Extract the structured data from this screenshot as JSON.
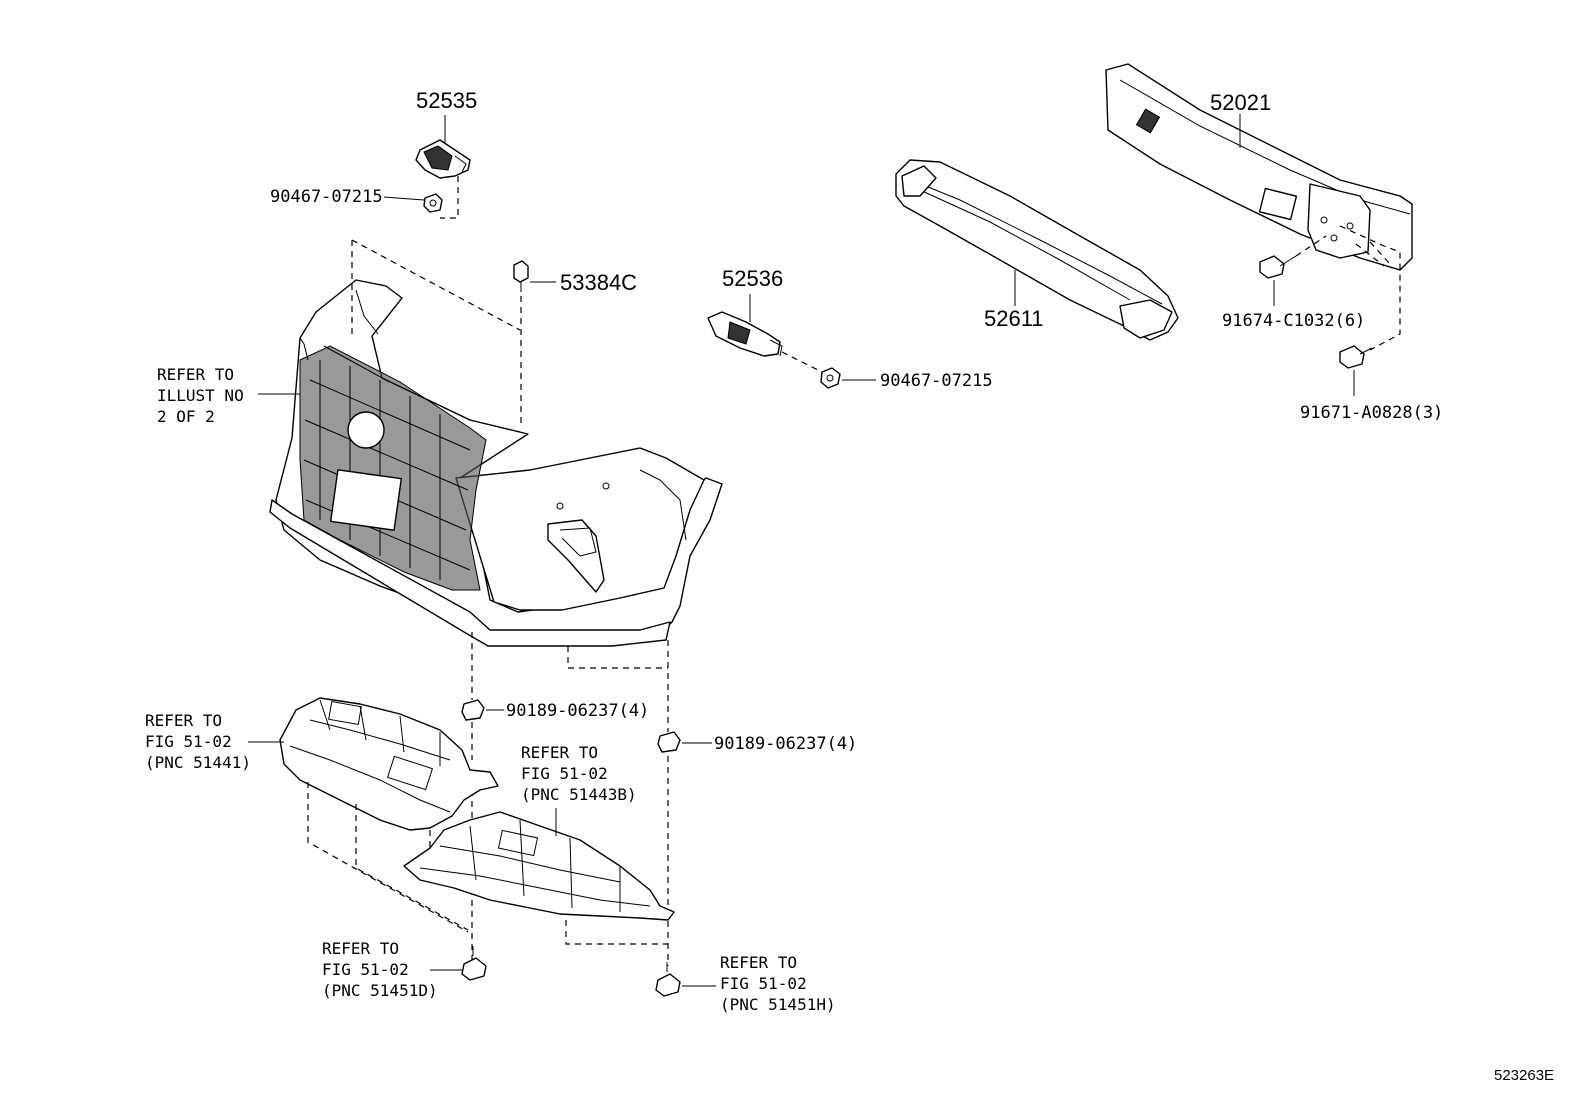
{
  "parts": {
    "p52535": "52535",
    "p52536": "52536",
    "p53384c": "53384C",
    "p52021": "52021",
    "p52611": "52611",
    "p90467_a": "90467-07215",
    "p90467_b": "90467-07215",
    "p91674": "91674-C1032(6)",
    "p91671": "91671-A0828(3)",
    "p90189_a": "90189-06237(4)",
    "p90189_b": "90189-06237(4)"
  },
  "references": {
    "illust": [
      "REFER TO",
      "ILLUST NO",
      "2 OF 2"
    ],
    "pnc51441": [
      "REFER TO",
      "FIG 51-02",
      "(PNC 51441)"
    ],
    "pnc51443b": [
      "REFER TO",
      "FIG 51-02",
      "(PNC 51443B)"
    ],
    "pnc51451d": [
      "REFER TO",
      "FIG 51-02",
      "(PNC 51451D)"
    ],
    "pnc51451h": [
      "REFER TO",
      "FIG 51-02",
      "(PNC 51451H)"
    ]
  },
  "diagram_code": "523263E"
}
